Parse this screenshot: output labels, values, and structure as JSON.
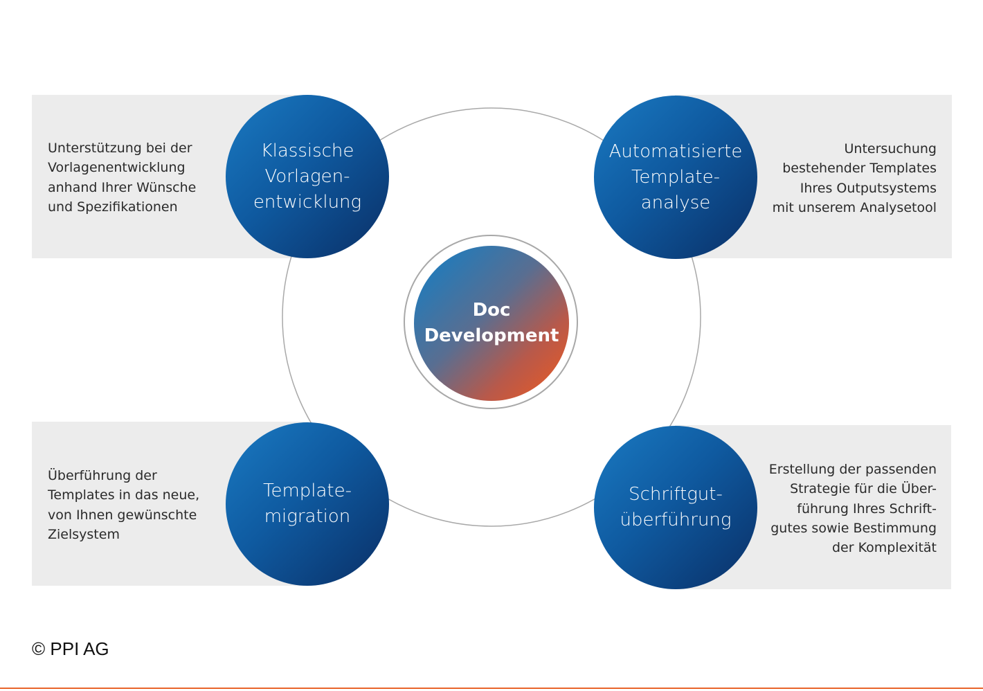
{
  "center": {
    "label": "Doc\nDevelopment"
  },
  "nodes": {
    "top_left": {
      "label": "Klassische\nVorlagen-\nentwicklung",
      "description": "Unterstützung bei der\nVorlagenentwicklung\nanhand Ihrer Wünsche\nund Spezifikationen"
    },
    "top_right": {
      "label": "Automatisierte\nTemplate-\nanalyse",
      "description": "Untersuchung\nbestehender Templates\nIhres Outputsystems\nmit unserem Analysetool"
    },
    "bottom_left": {
      "label": "Template-\nmigration",
      "description": "Überführung der\nTemplates in das neue,\nvon Ihnen gewünschte\nZielsystem"
    },
    "bottom_right": {
      "label": "Schriftgut-\nüberführung",
      "description": "Erstellung der passenden\nStrategie für die Über-\nführung Ihres Schrift-\ngutes sowie Bestimmung\nder Komplexität"
    }
  },
  "footer": {
    "copyright": "© PPI AG"
  },
  "colors": {
    "node_blue_light": "#1a7ac2",
    "node_blue_dark": "#0a2f66",
    "center_orange": "#f05a1e",
    "panel_gray": "#ececec",
    "ring_gray": "#a8a8a8",
    "accent_line": "#e8632a"
  }
}
